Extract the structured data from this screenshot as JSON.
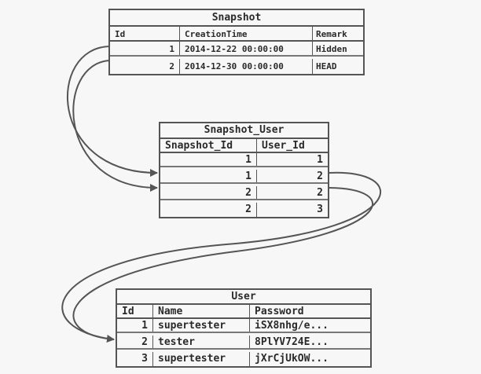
{
  "snapshot": {
    "title": "Snapshot",
    "columns": [
      "Id",
      "CreationTime",
      "Remark"
    ],
    "rows": [
      [
        "1",
        "2014-12-22 00:00:00",
        "Hidden"
      ],
      [
        "2",
        "2014-12-30 00:00:00",
        "HEAD"
      ]
    ]
  },
  "snapshot_user": {
    "title": "Snapshot_User",
    "columns": [
      "Snapshot_Id",
      "User_Id"
    ],
    "rows": [
      [
        "1",
        "1"
      ],
      [
        "1",
        "2"
      ],
      [
        "2",
        "2"
      ],
      [
        "2",
        "3"
      ]
    ]
  },
  "user": {
    "title": "User",
    "columns": [
      "Id",
      "Name",
      "Password"
    ],
    "rows": [
      [
        "1",
        "supertester",
        "iSX8nhg/e..."
      ],
      [
        "2",
        "tester",
        "8PlYV724E..."
      ],
      [
        "3",
        "supertester",
        "jXrCjUkOW..."
      ]
    ]
  },
  "colors": {
    "line": "#555555",
    "background": "#f7f7f7",
    "text": "#2a2a2a"
  }
}
